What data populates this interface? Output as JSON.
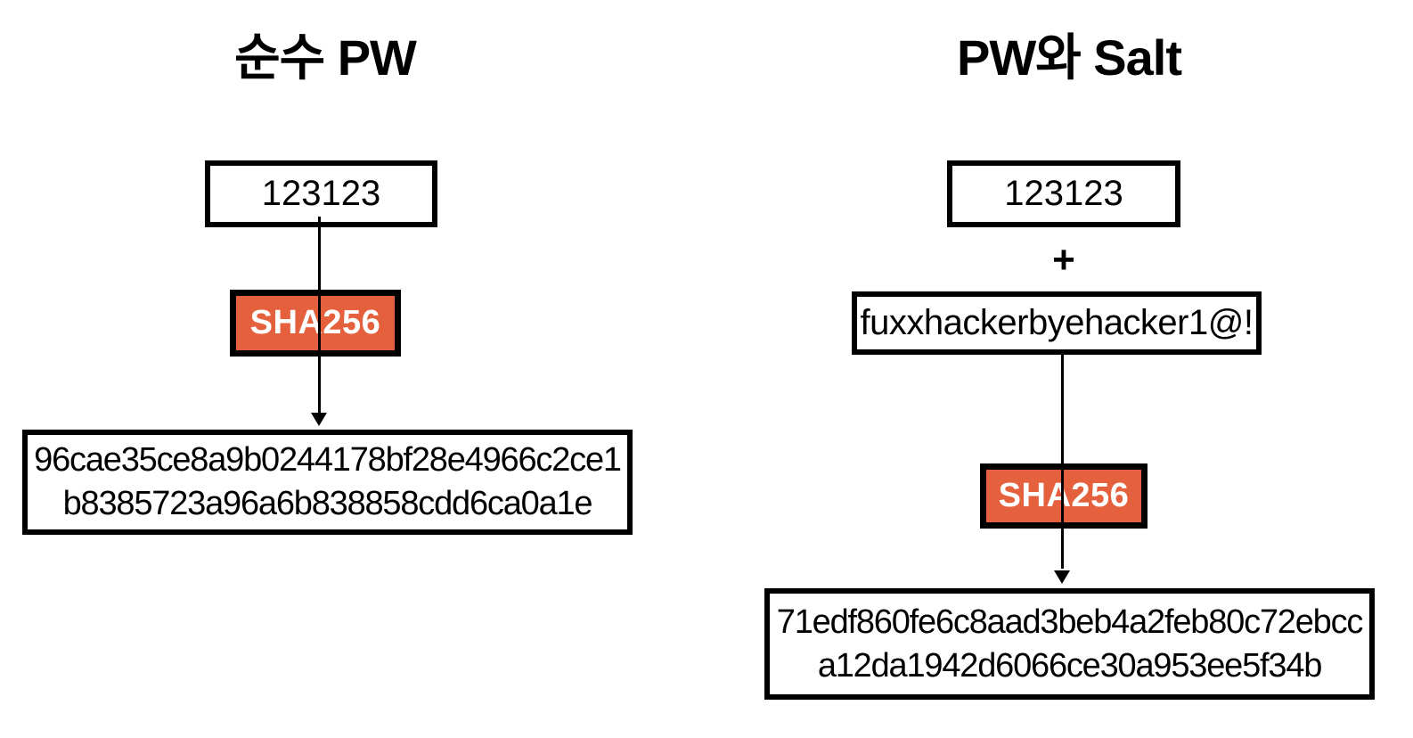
{
  "background": "#ffffff",
  "accent_orange": "#E5613D",
  "left": {
    "title": "순수 PW",
    "password": "123123",
    "sha_label": "SHA256",
    "hash_line1": "96cae35ce8a9b0244178bf28e4966c2ce1",
    "hash_line2": "b8385723a96a6b838858cdd6ca0a1e"
  },
  "right": {
    "title": "PW와 Salt",
    "password": "123123",
    "plus_sign": "+",
    "salt": "fuxxhackerbyehacker1@!",
    "sha_label": "SHA256",
    "hash_line1": "71edf860fe6c8aad3beb4a2feb80c72ebcc",
    "hash_line2": "a12da1942d6066ce30a953ee5f34b"
  }
}
